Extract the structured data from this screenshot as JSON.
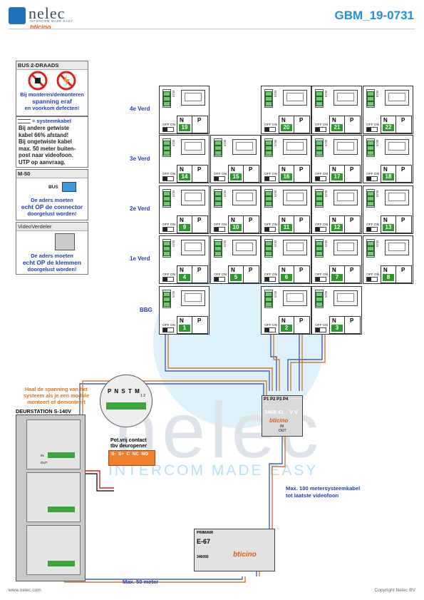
{
  "header": {
    "brand": "nelec",
    "tagline": "INTERCOM MADE EASY",
    "sub_brand": "bticino",
    "doc_id": "GBM_19-0731"
  },
  "panels": {
    "bus": {
      "title": "BUS 2-DRAADS",
      "warn1": "Bij monteren/demonteren",
      "warn2": "spanning eraf",
      "warn3": "en voorkom defecten!"
    },
    "cable": {
      "title": "= systeemkabel",
      "l1": "Bij andere getwiste",
      "l2": "kabel 66% afstand!",
      "l3": "Bij ongetwiste kabel",
      "l4": "max. 50 meter buiten-",
      "l5": "post naar videofoon.",
      "l6": "UTP op aanvraag."
    },
    "m50": {
      "title": "M-50",
      "bus": "BUS",
      "l1": "De aders moeten",
      "l2": "echt OP de connector",
      "l3": "doorgelust worden!"
    },
    "vv": {
      "title": "VideoVerdeler",
      "l1": "De aders moeten",
      "l2": "echt OP de klemmen",
      "l3": "doorgelust worden!"
    }
  },
  "floors": {
    "f4": "4e Verd",
    "f3": "3e Verd",
    "f2": "2e Verd",
    "f1": "1e Verd",
    "bbg": "BBG"
  },
  "unit_labels": {
    "n": "N",
    "p": "P",
    "offon": "OFF ON",
    "bus": "BUS"
  },
  "units": [
    {
      "num": "19"
    },
    {
      "num": "20"
    },
    {
      "num": "21"
    },
    {
      "num": "22"
    },
    {
      "num": "14"
    },
    {
      "num": "15"
    },
    {
      "num": "16"
    },
    {
      "num": "17"
    },
    {
      "num": "18"
    },
    {
      "num": "9"
    },
    {
      "num": "10"
    },
    {
      "num": "11"
    },
    {
      "num": "12"
    },
    {
      "num": "13"
    },
    {
      "num": "4"
    },
    {
      "num": "5"
    },
    {
      "num": "6"
    },
    {
      "num": "7"
    },
    {
      "num": "8"
    },
    {
      "num": "1"
    },
    {
      "num": "2"
    },
    {
      "num": "3"
    }
  ],
  "distributor": {
    "ports": "P1 P2 P3 P4",
    "codes": "3468 41",
    "vv": "V V",
    "brand": "bticino",
    "in": "IN",
    "out": "OUT"
  },
  "station": {
    "note1": "Haal de spanning van het",
    "note2": "systeem als je een module",
    "note3": "monteert of demonteert",
    "title": "DEURSTATION S-140V",
    "in": "IN",
    "out": "OUT"
  },
  "zoom": {
    "labels": "P N S T M",
    "sub": "1 2"
  },
  "relay": {
    "title1": "Pot.vrij contact",
    "title2": "tbv deuropener",
    "terms": "S-  S+  C  NC  NO"
  },
  "power": {
    "primair": "PRIMAIR",
    "model": "E-67",
    "code": "346050",
    "brand": "bticino"
  },
  "labels": {
    "max100_1": "Max. 100 metersysteemkabel",
    "max100_2": "tot laatste videofoon",
    "max50": "Max. 50 meter"
  },
  "watermark": {
    "big": "nelec",
    "small": "INTERCOM MADE EASY"
  },
  "footer": {
    "left": "www.nelec.com",
    "right": "Copyright Nelec BV"
  }
}
